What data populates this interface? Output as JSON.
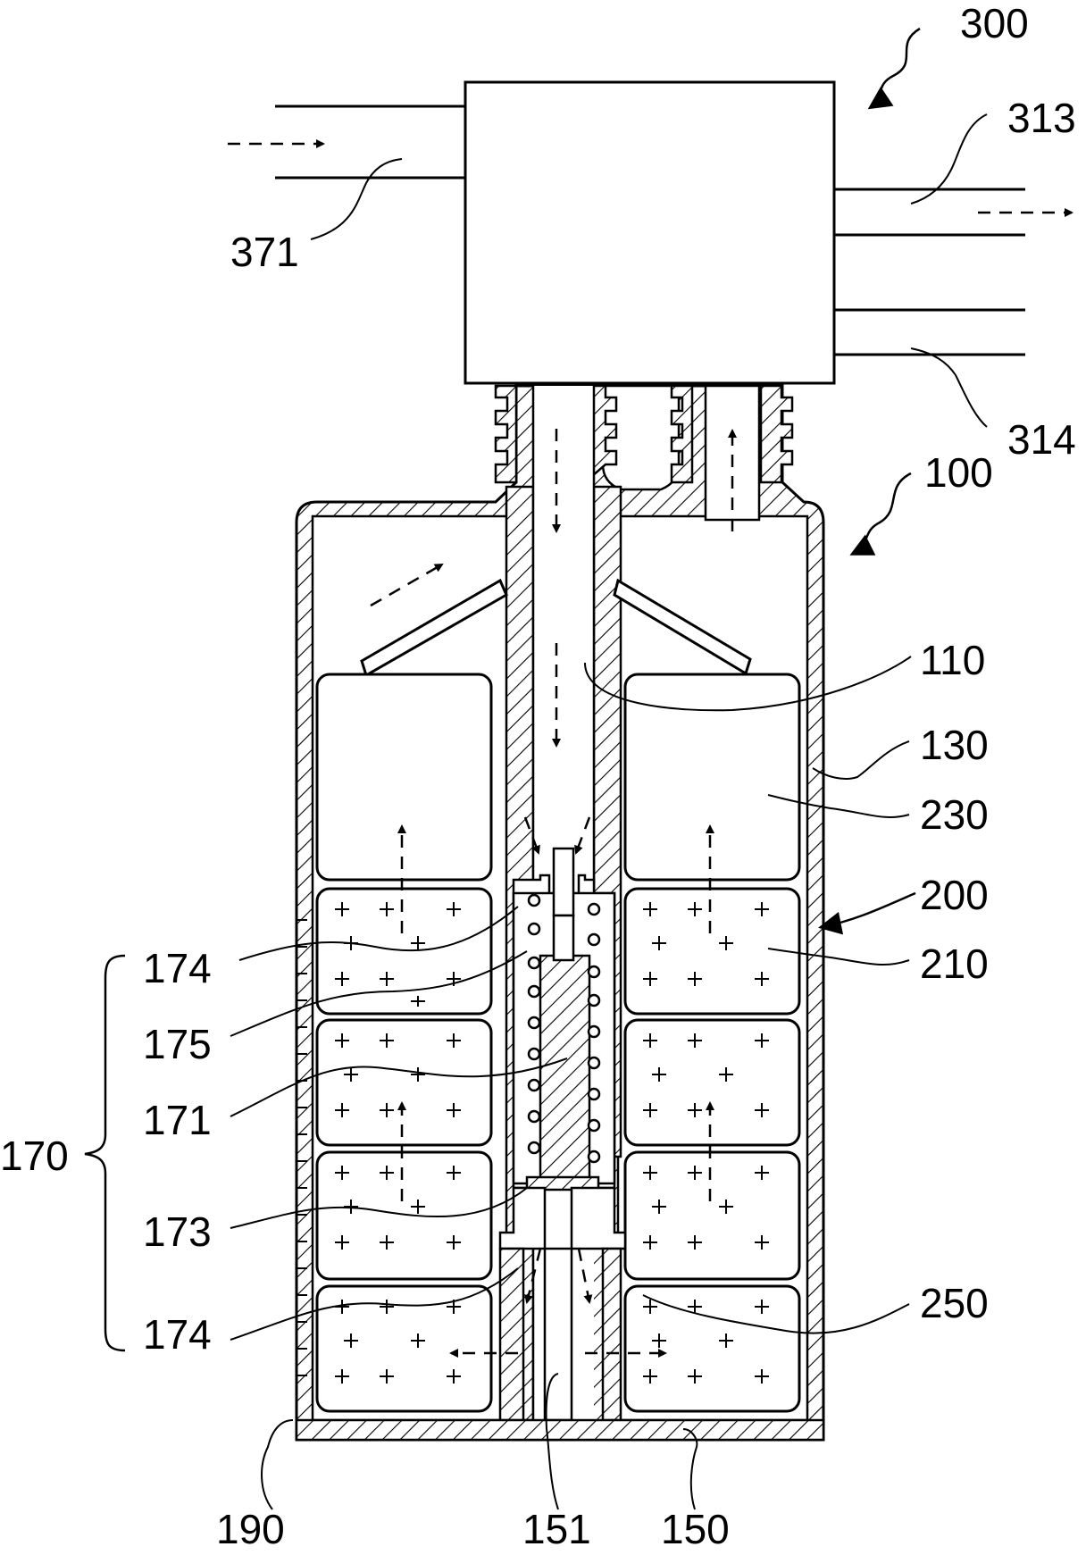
{
  "figure": {
    "labels": {
      "l300": "300",
      "l313": "313",
      "l371": "371",
      "l314": "314",
      "l100": "100",
      "l110": "110",
      "l130": "130",
      "l230": "230",
      "l200": "200",
      "l210": "210",
      "l174a": "174",
      "l175": "175",
      "l171": "171",
      "l170": "170",
      "l173": "173",
      "l174b": "174",
      "l250": "250",
      "l190": "190",
      "l151": "151",
      "l150": "150"
    }
  }
}
